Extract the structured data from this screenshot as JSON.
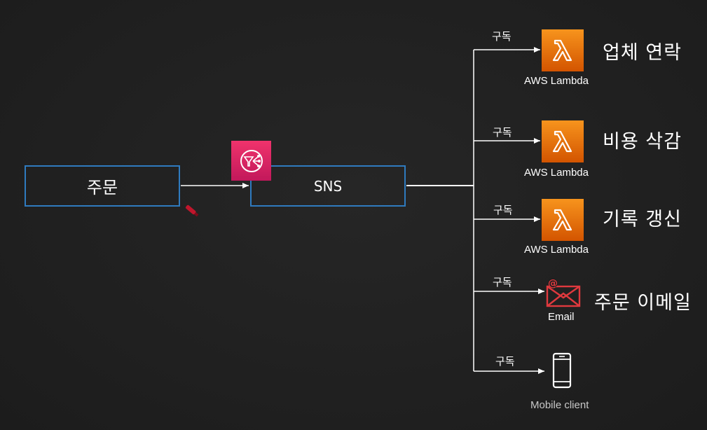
{
  "publisher": {
    "label": "주문"
  },
  "topic": {
    "label": "SNS",
    "icon": "sns-topic-icon",
    "icon_color": "#e7157b"
  },
  "subscription_label": "구독",
  "subscribers": [
    {
      "service": "AWS Lambda",
      "target": "업체 연락",
      "icon": "lambda-icon"
    },
    {
      "service": "AWS Lambda",
      "target": "비용 삭감",
      "icon": "lambda-icon"
    },
    {
      "service": "AWS Lambda",
      "target": "기록 갱신",
      "icon": "lambda-icon"
    },
    {
      "service": "Email",
      "target": "주문 이메일",
      "icon": "email-icon"
    },
    {
      "service": "Mobile client",
      "target": "",
      "icon": "mobile-client-icon"
    }
  ],
  "colors": {
    "background": "#1f1f1f",
    "box_border": "#2f7bbf",
    "lambda": "#f58534",
    "email": "#e0393e"
  }
}
